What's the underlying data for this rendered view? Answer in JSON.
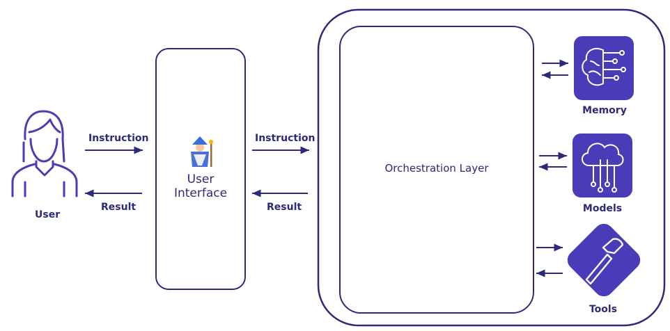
{
  "diagram": {
    "user": {
      "label": "User",
      "icon": "user-icon"
    },
    "user_interface": {
      "label_line1": "User",
      "label_line2": "Interface",
      "icon": "wizard-icon"
    },
    "orchestration": {
      "label": "Orchestration Layer"
    },
    "components": [
      {
        "label": "Memory",
        "icon": "brain-circuit-icon"
      },
      {
        "label": "Models",
        "icon": "cloud-network-icon"
      },
      {
        "label": "Tools",
        "icon": "hammer-icon"
      }
    ],
    "edges": {
      "user_to_ui": "Instruction",
      "ui_to_user": "Result",
      "ui_to_orch": "Instruction",
      "orch_to_ui": "Result"
    },
    "colors": {
      "stroke": "#2d2a7a",
      "accent": "#4a3bb8",
      "background": "#ffffff"
    }
  }
}
